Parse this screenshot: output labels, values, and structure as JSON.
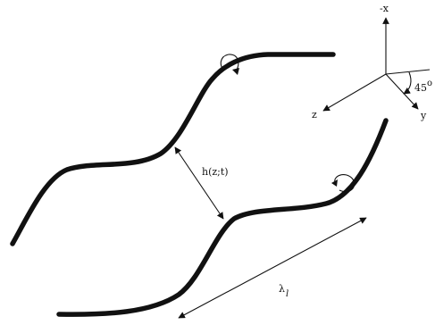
{
  "labels": {
    "separation": "h(z;t)",
    "wavelength_symbol": "λ",
    "wavelength_subscript": "l",
    "axis_neg_x": "-x",
    "axis_z": "z",
    "axis_y": "y",
    "angle": "45",
    "angle_unit": "o"
  },
  "colors": {
    "ink": "#111111",
    "background": "#ffffff"
  },
  "icons": {
    "rotation_arrow": "curved-rotation-arrow"
  }
}
